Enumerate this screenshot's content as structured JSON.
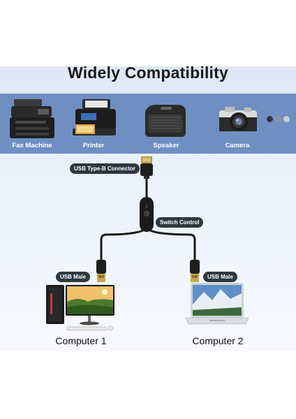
{
  "title": "Widely Compatibility",
  "devices": [
    {
      "name": "fax-machine",
      "label": "Fax Machine"
    },
    {
      "name": "printer",
      "label": "Printer"
    },
    {
      "name": "speaker",
      "label": "Speaker"
    },
    {
      "name": "camera",
      "label": "Camera"
    }
  ],
  "carousel_dots": [
    "#2f3740",
    "#8a97a8",
    "#c5ccd6"
  ],
  "callouts": {
    "usb_b": "USB Type-B Connector",
    "switch": "Switch Control",
    "usb_male_left": "USB Male",
    "usb_male_right": "USB Male"
  },
  "computers": {
    "left": "Computer 1",
    "right": "Computer 2"
  },
  "colors": {
    "band": "#6f8fc2",
    "pill": "#2f3740",
    "panel": "#e5ecf9"
  }
}
